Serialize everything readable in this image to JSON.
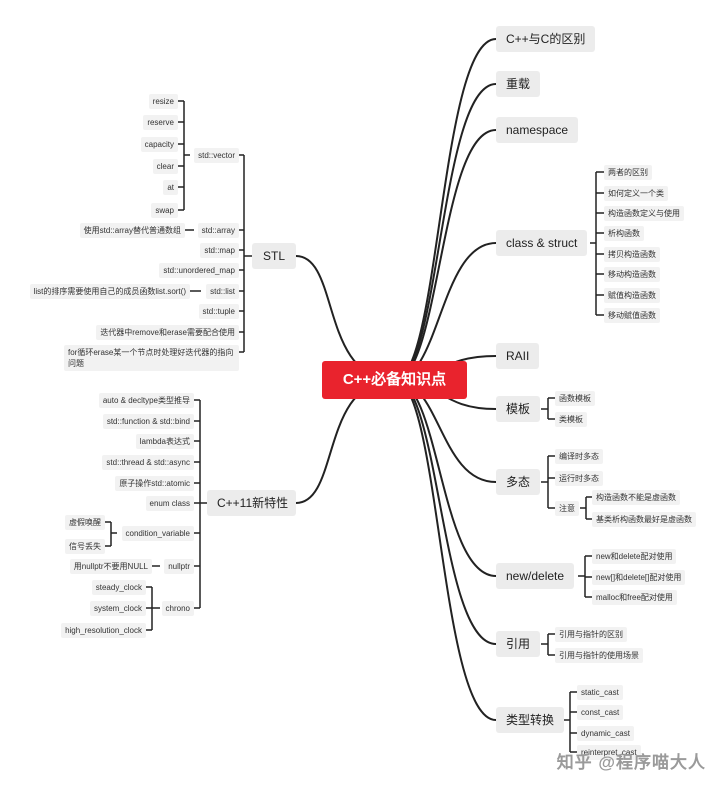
{
  "root": "C++必备知识点",
  "right": {
    "cdiff": "C++与C的区别",
    "overload": "重载",
    "namespace": "namespace",
    "class_struct": {
      "label": "class & struct",
      "items": [
        "两者的区别",
        "如何定义一个类",
        "构造函数定义与使用",
        "析构函数",
        "拷贝构造函数",
        "移动构造函数",
        "赋值构造函数",
        "移动赋值函数"
      ]
    },
    "raii": "RAII",
    "template": {
      "label": "模板",
      "items": [
        "函数模板",
        "类模板"
      ]
    },
    "poly": {
      "label": "多态",
      "items": [
        "编译时多态",
        "运行时多态",
        "注意"
      ],
      "note_items": [
        "构造函数不能是虚函数",
        "基类析构函数最好是虚函数"
      ]
    },
    "newdelete": {
      "label": "new/delete",
      "items": [
        "new和delete配对使用",
        "new[]和delete[]配对使用",
        "malloc和free配对使用"
      ]
    },
    "ref": {
      "label": "引用",
      "items": [
        "引用与指针的区别",
        "引用与指针的使用场景"
      ]
    },
    "cast": {
      "label": "类型转换",
      "items": [
        "static_cast",
        "const_cast",
        "dynamic_cast",
        "reinterpret_cast"
      ]
    }
  },
  "left": {
    "stl": {
      "label": "STL",
      "vector": {
        "label": "std::vector",
        "items": [
          "resize",
          "reserve",
          "capacity",
          "clear",
          "at",
          "swap"
        ]
      },
      "array": {
        "label": "std::array",
        "note": "使用std::array替代普通数组"
      },
      "map": "std::map",
      "umap": "std::unordered_map",
      "list": {
        "label": "std::list",
        "note": "list的排序需要使用自己的成员函数list.sort()"
      },
      "tuple": "std::tuple",
      "iter1": "迭代器中remove和erase需要配合使用",
      "iter2": "for循环erase某一个节点时处理好迭代器的指向问题"
    },
    "cpp11": {
      "label": "C++11新特性",
      "items": [
        "auto & decltype类型推导",
        "std::function & std::bind",
        "lambda表达式",
        "std::thread & std::async",
        "原子操作std::atomic",
        "enum class"
      ],
      "cond": {
        "label": "condition_variable",
        "items": [
          "虚假唤醒",
          "信号丢失"
        ]
      },
      "nullptr": {
        "label": "nullptr",
        "note": "用nullptr不要用NULL"
      },
      "chrono": {
        "label": "chrono",
        "items": [
          "steady_clock",
          "system_clock",
          "high_resolution_clock"
        ]
      }
    }
  },
  "watermark": "知乎 @程序喵大人",
  "colors": {
    "root": "#e9232d",
    "main_bg": "#ececec",
    "sub_bg": "#f2f2f2",
    "line": "#222222"
  }
}
